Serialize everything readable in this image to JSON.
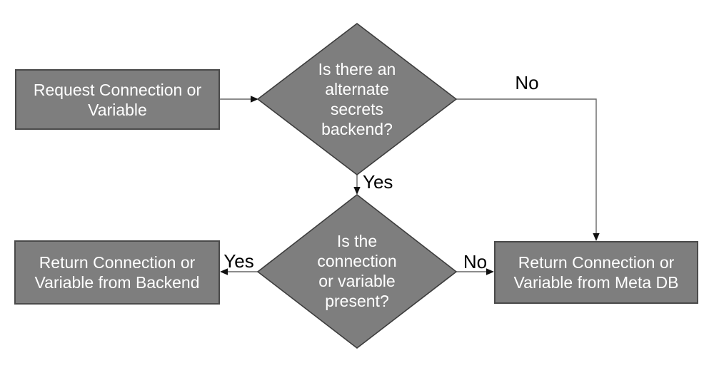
{
  "diagram": {
    "colors": {
      "background": "#ffffff",
      "node_fill": "#7e7e7e",
      "node_border": "#4a4a4a",
      "node_text": "#ffffff",
      "edge_line": "#666666",
      "arrowhead": "#111111",
      "edge_label_text": "#000000"
    },
    "nodes": {
      "start": {
        "type": "process",
        "label": "Request Connection or\nVariable"
      },
      "decision_secrets_backend": {
        "type": "decision",
        "label": "Is there an\nalternate\nsecrets\nbackend?"
      },
      "decision_present": {
        "type": "decision",
        "label": "Is the\nconnection\nor variable\npresent?"
      },
      "return_backend": {
        "type": "process",
        "label": "Return Connection or\nVariable from Backend"
      },
      "return_meta_db": {
        "type": "process",
        "label": "Return Connection or\nVariable from Meta DB"
      }
    },
    "edge_labels": {
      "secrets_backend_no": "No",
      "secrets_backend_yes": "Yes",
      "present_yes": "Yes",
      "present_no": "No"
    }
  }
}
